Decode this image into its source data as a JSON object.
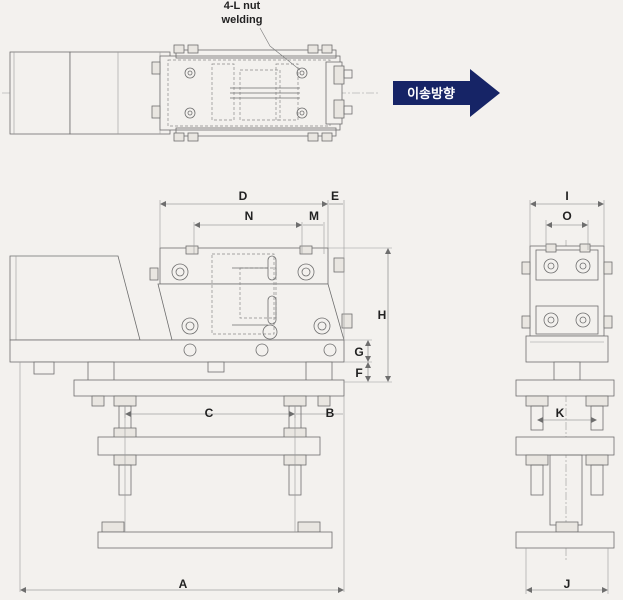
{
  "annotation": {
    "line1": "4-L nut",
    "line2": "welding"
  },
  "direction_label": "이송방향",
  "colors": {
    "arrow": "#162466",
    "arrow_text": "#ffffff",
    "line": "#6e6e6e",
    "background": "#f3f1ee"
  },
  "dimensions": {
    "A": "A",
    "B": "B",
    "C": "C",
    "D": "D",
    "E": "E",
    "F": "F",
    "G": "G",
    "H": "H",
    "I": "I",
    "J": "J",
    "K": "K",
    "M": "M",
    "N": "N",
    "O": "O"
  }
}
